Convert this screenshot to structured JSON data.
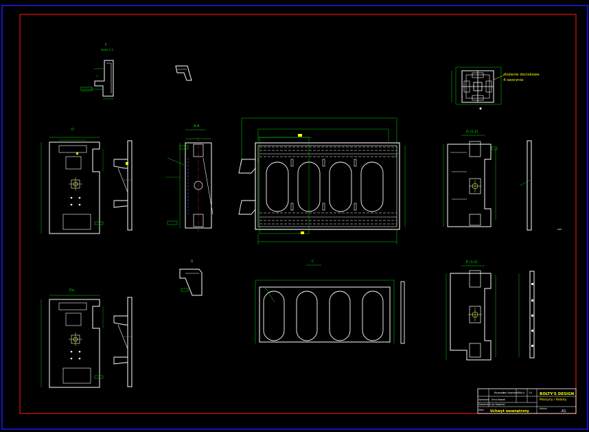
{
  "colors": {
    "background": "#000000",
    "outer_frame": "#1a1aff",
    "inner_frame": "#e01010",
    "geometry": "#ffffff",
    "dimension": "#00d800",
    "hidden_line": "#6060ff",
    "note_text": "#ffff00",
    "center_line": "#ff3030"
  },
  "labels": {
    "section_f": "F",
    "section_f_scale": "skala 1:1",
    "section_aa": "A-A",
    "section_b": "B",
    "section_c": "C",
    "section_e": "E",
    "section_g": "G (1:2)",
    "section_e_scale": "E (1:2)",
    "detail_d": "D",
    "detail_da": "Da",
    "welding_note_line1": "złożenie dociskowe",
    "welding_note_line2": "4 sworznie"
  },
  "title_block": {
    "company_line1": "BOLTY'S DESIGN",
    "company_line2": "Maszyny i Roboty",
    "drawn_label": "Rysował",
    "drawn_value": "Jan Kowalski",
    "checked_label": "Sprawdził",
    "checked_value": "Anna Nowak",
    "approved_label": "Zatwierdził",
    "approved_value": "Jan Kowalski",
    "scale_label": "SKALA",
    "scale_value": "1:5",
    "date_label": "Data",
    "drawing_title": "Uchwyt wewnętrzny",
    "sheet_label": "Arkusz",
    "sheet_value": "A1"
  }
}
